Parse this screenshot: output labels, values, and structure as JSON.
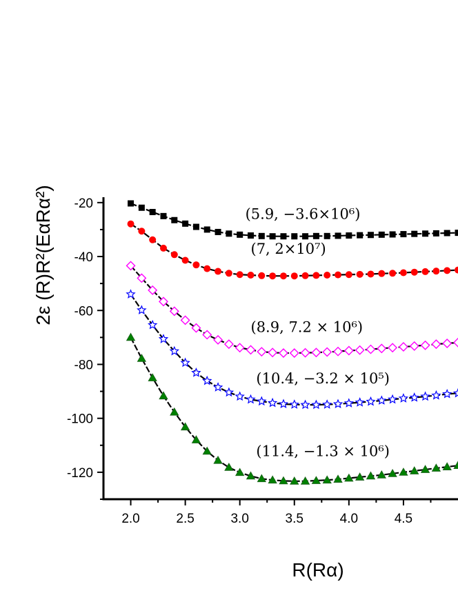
{
  "chart_data": {
    "type": "line",
    "xlabel": "R(Rα)",
    "ylabel": "2ε (R)R²(EαRα²)",
    "xlim": [
      1.75,
      5.0
    ],
    "ylim": [
      -130,
      -18
    ],
    "x_ticks": [
      "2.0",
      "2.5",
      "3.0",
      "3.5",
      "4.0",
      "4.5"
    ],
    "y_ticks": [
      "-20",
      "-40",
      "-60",
      "-80",
      "-100",
      "-120"
    ],
    "grid": false,
    "x": [
      2.0,
      2.1,
      2.2,
      2.3,
      2.4,
      2.5,
      2.6,
      2.7,
      2.8,
      2.9,
      3.0,
      3.1,
      3.2,
      3.3,
      3.4,
      3.5,
      3.6,
      3.7,
      3.8,
      3.9,
      4.0,
      4.1,
      4.2,
      4.3,
      4.4,
      4.5,
      4.6,
      4.7,
      4.8,
      4.9,
      5.0
    ],
    "series": [
      {
        "marker": "filled-square",
        "color": "#000000",
        "values": [
          -20.3,
          -21.9,
          -23.5,
          -25.0,
          -26.5,
          -27.8,
          -29.0,
          -30.0,
          -30.9,
          -31.5,
          -31.9,
          -32.2,
          -32.4,
          -32.5,
          -32.5,
          -32.5,
          -32.5,
          -32.4,
          -32.4,
          -32.3,
          -32.2,
          -32.1,
          -32.0,
          -31.9,
          -31.8,
          -31.7,
          -31.6,
          -31.5,
          -31.4,
          -31.3,
          -31.2
        ]
      },
      {
        "marker": "filled-circle",
        "color": "#ff0000",
        "values": [
          -27.9,
          -30.6,
          -33.8,
          -36.9,
          -39.3,
          -41.4,
          -43.1,
          -44.5,
          -45.5,
          -46.2,
          -46.7,
          -46.9,
          -47.1,
          -47.2,
          -47.2,
          -47.2,
          -47.1,
          -47.0,
          -46.9,
          -46.8,
          -46.7,
          -46.6,
          -46.5,
          -46.3,
          -46.2,
          -46.0,
          -45.8,
          -45.6,
          -45.4,
          -45.2,
          -45.0
        ]
      },
      {
        "marker": "open-diamond",
        "color": "#ff00ff",
        "values": [
          -43.4,
          -48.0,
          -52.5,
          -56.7,
          -60.3,
          -63.6,
          -66.5,
          -69.0,
          -70.9,
          -72.5,
          -73.8,
          -74.6,
          -75.3,
          -75.6,
          -75.8,
          -75.8,
          -75.7,
          -75.6,
          -75.4,
          -75.2,
          -74.9,
          -74.7,
          -74.4,
          -74.1,
          -73.8,
          -73.5,
          -73.2,
          -72.9,
          -72.5,
          -72.2,
          -71.9
        ]
      },
      {
        "marker": "open-star",
        "color": "#0000ff",
        "values": [
          -54.0,
          -59.9,
          -65.4,
          -70.6,
          -75.1,
          -79.4,
          -83.1,
          -86.1,
          -88.5,
          -90.4,
          -91.9,
          -93.0,
          -93.7,
          -94.3,
          -94.7,
          -94.9,
          -95.0,
          -95.0,
          -94.9,
          -94.7,
          -94.4,
          -94.1,
          -93.8,
          -93.4,
          -93.0,
          -92.6,
          -92.3,
          -91.9,
          -91.5,
          -91.0,
          -90.7
        ]
      },
      {
        "marker": "filled-triangle",
        "color": "#008000",
        "values": [
          -70.0,
          -77.8,
          -85.0,
          -91.7,
          -97.7,
          -103.2,
          -108.0,
          -112.2,
          -115.6,
          -118.2,
          -120.1,
          -121.4,
          -122.4,
          -122.9,
          -123.2,
          -123.3,
          -123.3,
          -123.1,
          -122.9,
          -122.6,
          -122.2,
          -121.8,
          -121.4,
          -121.0,
          -120.5,
          -120.0,
          -119.5,
          -119.0,
          -118.5,
          -118.0,
          -117.5
        ]
      }
    ],
    "annotations": [
      {
        "label": "(5.9, −3.6×10⁶)",
        "x": 3.05,
        "y": -26.0
      },
      {
        "label": "(7, 2×10⁷)",
        "x": 3.1,
        "y": -39.0
      },
      {
        "label": "(8.9, 7.2 × 10⁶)",
        "x": 3.1,
        "y": -68.0
      },
      {
        "label": "(10.4, −3.2 × 10⁵)",
        "x": 3.15,
        "y": -87.0
      },
      {
        "label": "(11.4, −1.3 × 10⁶)",
        "x": 3.15,
        "y": -114.0
      }
    ]
  }
}
